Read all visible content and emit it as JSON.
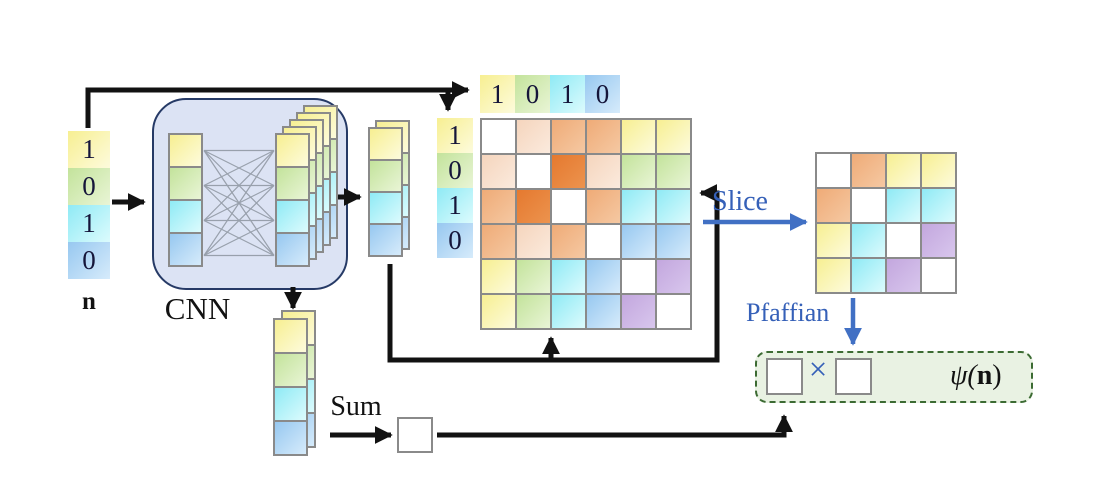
{
  "colors": {
    "accent_blue": "#4170c4",
    "text_blue": "#3560b8",
    "ink": "#121212",
    "digit_ink": "#15153a",
    "grid_line": "#8a8a8a",
    "cnn_box_fill": "#dce3f4",
    "cnn_box_border": "#263a66",
    "pfaffian_box_fill": "#e9f2e3",
    "pfaffian_box_border": "#3c6b33"
  },
  "palette": {
    "W": "#ffffff",
    "Y": "linear-gradient(135deg,#f7ef92,#fdfbdc)",
    "G": "linear-gradient(135deg,#c3e39b,#e9f5d6)",
    "C": "linear-gradient(135deg,#8feaf5,#dcfbfd)",
    "B": "linear-gradient(135deg,#97c8f0,#d6ebfb)",
    "V": "linear-gradient(135deg,#c3a7de,#d8c6ed)",
    "P1": "linear-gradient(135deg,#f5d5bd,#fbeadd)",
    "P2": "linear-gradient(135deg,#efab77,#f5c8a2)",
    "O": "linear-gradient(135deg,#e5792f,#ec934e)"
  },
  "input_vector": {
    "label": "n",
    "cells": [
      {
        "value": "1",
        "token": "Y"
      },
      {
        "value": "0",
        "token": "G"
      },
      {
        "value": "1",
        "token": "C"
      },
      {
        "value": "0",
        "token": "B"
      }
    ]
  },
  "cnn": {
    "label": "CNN",
    "input_column": {
      "tokens": [
        "Y",
        "G",
        "C",
        "B"
      ],
      "layers": 1
    },
    "feature_stack": {
      "tokens": [
        "Y",
        "G",
        "C",
        "B"
      ],
      "layers": 5
    }
  },
  "output_stack": {
    "tokens": [
      "Y",
      "G",
      "C",
      "B"
    ],
    "layers": 2
  },
  "bottom_stack": {
    "tokens": [
      "Y",
      "G",
      "C",
      "B"
    ],
    "layers": 2
  },
  "sum": {
    "label": "Sum"
  },
  "top_header": {
    "cells": [
      {
        "value": "1",
        "token": "Y"
      },
      {
        "value": "0",
        "token": "G"
      },
      {
        "value": "1",
        "token": "C"
      },
      {
        "value": "0",
        "token": "B"
      }
    ]
  },
  "left_header": {
    "cells": [
      {
        "value": "1",
        "token": "Y"
      },
      {
        "value": "0",
        "token": "G"
      },
      {
        "value": "1",
        "token": "C"
      },
      {
        "value": "0",
        "token": "B"
      }
    ]
  },
  "matrix": {
    "rows": [
      [
        "W",
        "P1",
        "P2",
        "P2",
        "Y",
        "Y"
      ],
      [
        "P1",
        "W",
        "O",
        "P1",
        "G",
        "G"
      ],
      [
        "P2",
        "O",
        "W",
        "P2",
        "C",
        "C"
      ],
      [
        "P2",
        "P1",
        "P2",
        "W",
        "B",
        "B"
      ],
      [
        "Y",
        "G",
        "C",
        "B",
        "W",
        "V"
      ],
      [
        "Y",
        "G",
        "C",
        "B",
        "V",
        "W"
      ]
    ]
  },
  "sliced_matrix": {
    "rows": [
      [
        "W",
        "P2",
        "Y",
        "Y"
      ],
      [
        "P2",
        "W",
        "C",
        "C"
      ],
      [
        "Y",
        "C",
        "W",
        "V"
      ],
      [
        "Y",
        "C",
        "V",
        "W"
      ]
    ]
  },
  "slice": {
    "label": "Slice"
  },
  "pfaffian": {
    "label": "Pfaffian"
  },
  "result_box": {
    "times": "×",
    "psi_prefix": "ψ(",
    "psi_arg": "n",
    "psi_suffix": ")"
  }
}
